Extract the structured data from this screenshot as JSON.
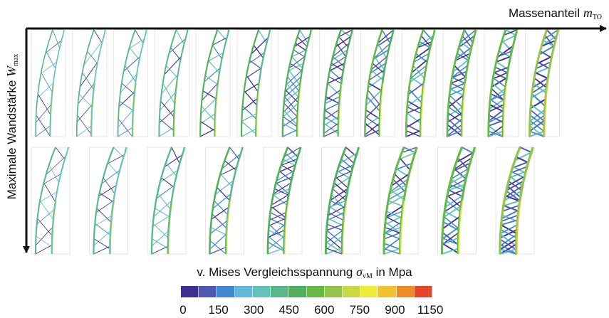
{
  "axes": {
    "x_title": "Massenanteil",
    "x_symbol": "m",
    "x_sub": "TO",
    "y_title": "Maximale Wandstärke",
    "y_symbol": "W",
    "y_sub": "max"
  },
  "rows": [
    {
      "count": 13
    },
    {
      "count": 9
    }
  ],
  "legend": {
    "title": "v. Mises Vergleichsspannung",
    "symbol": "σ",
    "sub": "vM",
    "unit": "in Mpa",
    "colors": [
      "#3d2e8f",
      "#4e57b3",
      "#3f88cf",
      "#62b8d9",
      "#63c3b8",
      "#58b88a",
      "#50b05a",
      "#66b946",
      "#93c54a",
      "#c8d941",
      "#ecec3a",
      "#f1c12e",
      "#ef8a2b",
      "#e5452a"
    ],
    "ticks": [
      "0",
      "150",
      "300",
      "450",
      "600",
      "750",
      "900",
      "1150"
    ]
  }
}
